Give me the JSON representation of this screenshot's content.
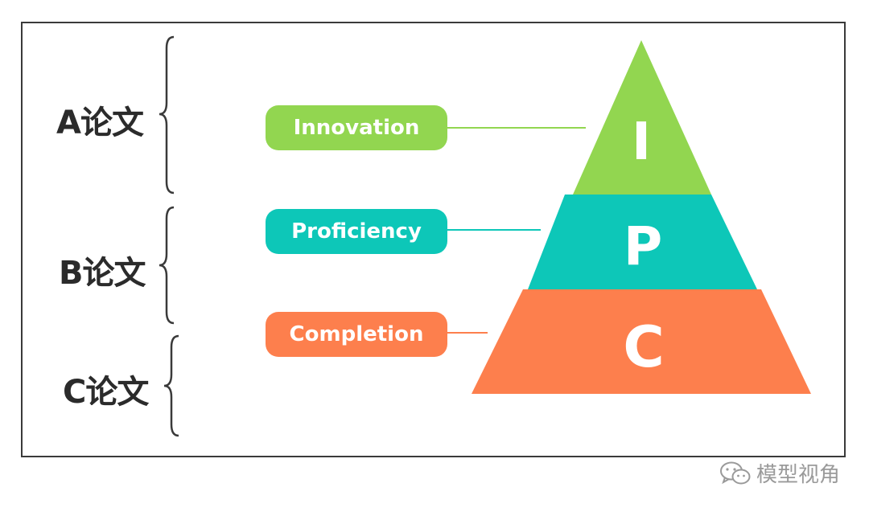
{
  "grades": [
    {
      "label": "A论文"
    },
    {
      "label": "B论文"
    },
    {
      "label": "C论文"
    }
  ],
  "pills": [
    {
      "label": "Innovation",
      "color": "#92d650"
    },
    {
      "label": "Proficiency",
      "color": "#0dc7b8"
    },
    {
      "label": "Completion",
      "color": "#fd7f4d"
    }
  ],
  "pyramid": [
    {
      "letter": "I",
      "color": "#92d650"
    },
    {
      "letter": "P",
      "color": "#0dc7b8"
    },
    {
      "letter": "C",
      "color": "#fd7f4d"
    }
  ],
  "watermark": {
    "text": "模型视角",
    "icon": "wechat-icon"
  }
}
